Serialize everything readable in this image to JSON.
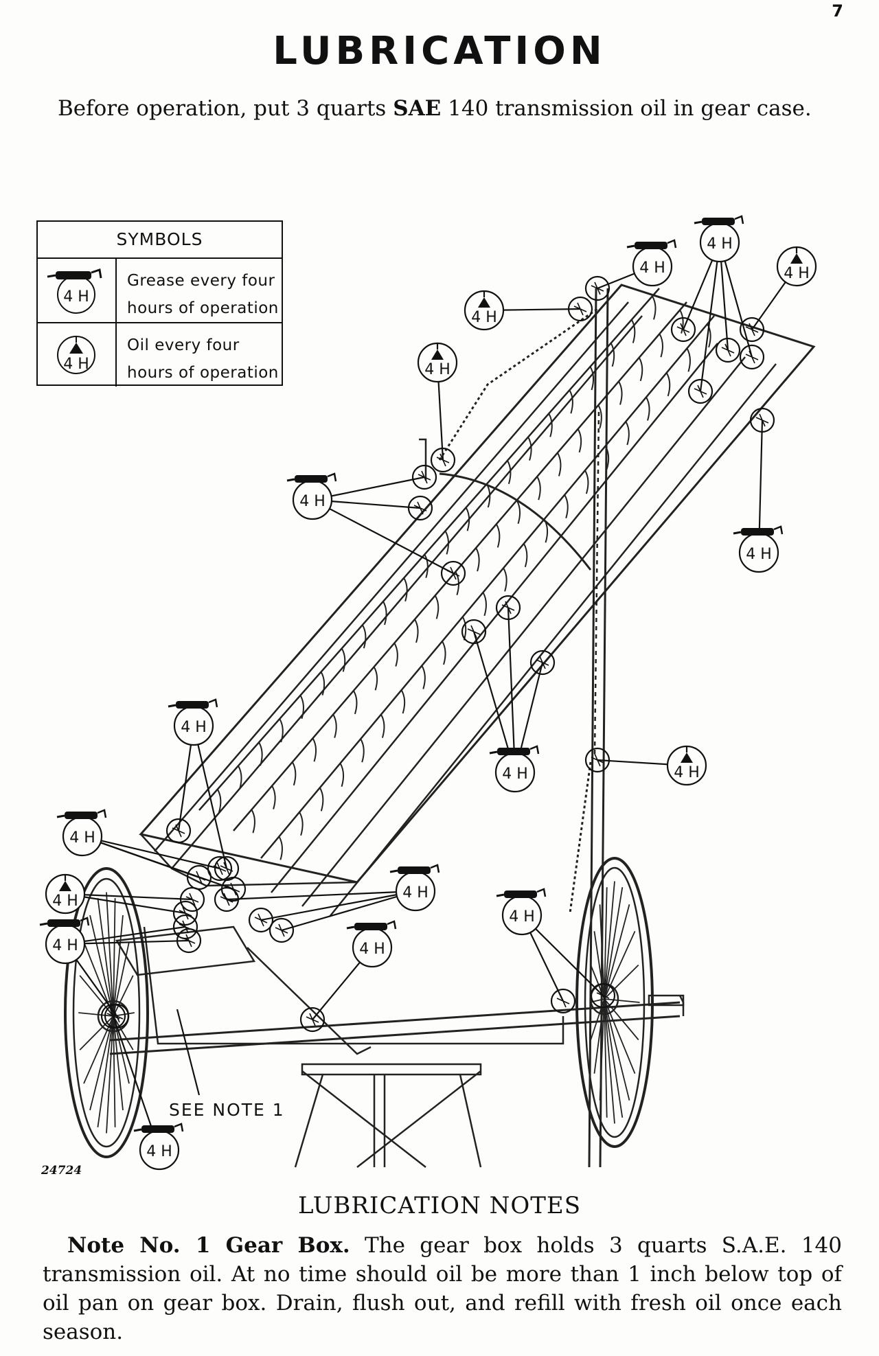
{
  "page": {
    "number": "7",
    "title": "LUBRICATION",
    "intro_prefix": "Before operation, put 3 quarts ",
    "intro_bold": "SAE",
    "intro_suffix": " 140 transmission oil in gear case."
  },
  "legend": {
    "title": "SYMBOLS",
    "items": [
      {
        "symbol": "grease-gun",
        "label": "4 H",
        "line1": "Grease every four",
        "line2": "hours of operation"
      },
      {
        "symbol": "oil-can",
        "label": "4 H",
        "line1": "Oil every four",
        "line2": "hours of operation"
      }
    ]
  },
  "diagram": {
    "callout_label": "4 H",
    "see_note": "SEE NOTE 1",
    "figure_id": "24724"
  },
  "notes": {
    "heading": "LUBRICATION NOTES",
    "note1_title": "Note No. 1 Gear Box.",
    "note1_text": "The gear box holds 3 quarts S.A.E. 140 transmission oil. At no time should oil be more than 1 inch below top of oil pan on gear box. Drain, flush out, and refill with fresh oil once each season."
  }
}
